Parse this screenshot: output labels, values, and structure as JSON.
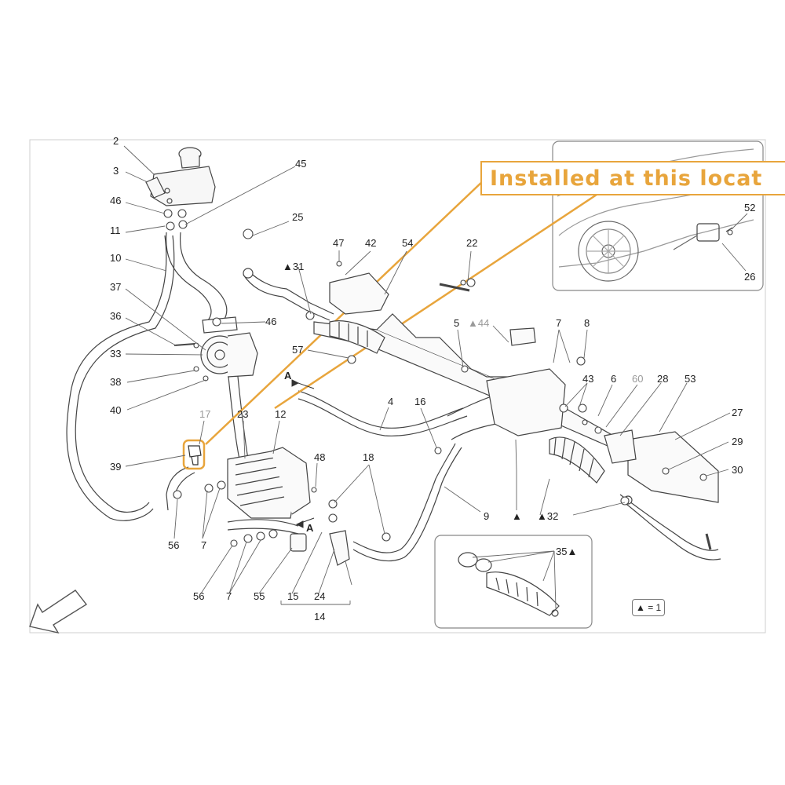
{
  "callout": {
    "text": "Installed at this locat",
    "color": "#e8a53c"
  },
  "legend": {
    "text": "▲ = 1"
  },
  "part_labels": [
    "2",
    "3",
    "46",
    "11",
    "10",
    "37",
    "36",
    "33",
    "38",
    "40",
    "45",
    "25",
    "47",
    "42",
    "54",
    "22",
    "31",
    "46",
    "57",
    "5",
    "44",
    "7",
    "8",
    "43",
    "6",
    "60",
    "28",
    "53",
    "27",
    "29",
    "30",
    "52",
    "26",
    "4",
    "A",
    "16",
    "17",
    "23",
    "12",
    "39",
    "48",
    "18",
    "9",
    "32",
    "56",
    "7",
    "56",
    "7",
    "55",
    "A",
    "15",
    "24",
    "14",
    "35"
  ],
  "colors": {
    "line": "#555555",
    "highlight": "#e8a53c",
    "frame": "#cfcfcf"
  }
}
